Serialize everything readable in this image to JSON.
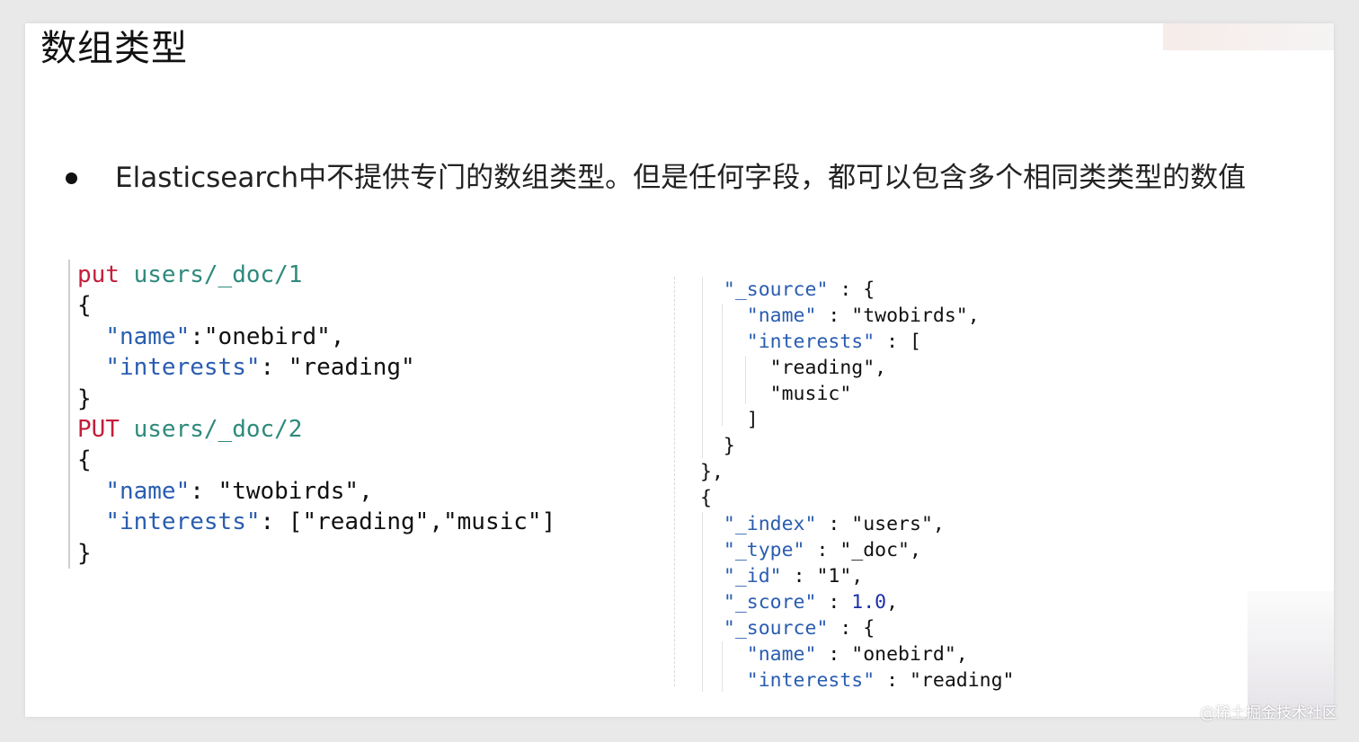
{
  "slide": {
    "title": "数组类型",
    "bullet": "Elasticsearch中不提供专门的数组类型。但是任何字段，都可以包含多个相同类类型的数值"
  },
  "code_left": [
    {
      "parts": [
        {
          "t": "put",
          "c": "kw"
        },
        {
          "t": " "
        },
        {
          "t": "users/_doc/1",
          "c": "path"
        }
      ]
    },
    {
      "parts": [
        {
          "t": "{"
        }
      ]
    },
    {
      "parts": [
        {
          "t": "  "
        },
        {
          "t": "\"name\"",
          "c": "key"
        },
        {
          "t": ":\"onebird\","
        }
      ]
    },
    {
      "parts": [
        {
          "t": "  "
        },
        {
          "t": "\"interests\"",
          "c": "key"
        },
        {
          "t": ": \"reading\""
        }
      ]
    },
    {
      "parts": [
        {
          "t": "}"
        }
      ]
    },
    {
      "parts": [
        {
          "t": "PUT",
          "c": "kw"
        },
        {
          "t": " "
        },
        {
          "t": "users/_doc/2",
          "c": "path"
        }
      ]
    },
    {
      "parts": [
        {
          "t": "{"
        }
      ]
    },
    {
      "parts": [
        {
          "t": "  "
        },
        {
          "t": "\"name\"",
          "c": "key"
        },
        {
          "t": ": \"twobirds\","
        }
      ]
    },
    {
      "parts": [
        {
          "t": "  "
        },
        {
          "t": "\"interests\"",
          "c": "key"
        },
        {
          "t": ": [\"reading\",\"music\"]"
        }
      ]
    },
    {
      "parts": [
        {
          "t": "}"
        }
      ]
    }
  ],
  "code_right": [
    {
      "parts": [
        {
          "t": "  "
        },
        {
          "t": "\"_source\"",
          "c": "key"
        },
        {
          "t": " : {"
        }
      ]
    },
    {
      "parts": [
        {
          "t": "    "
        },
        {
          "t": "\"name\"",
          "c": "key"
        },
        {
          "t": " : \"twobirds\","
        }
      ]
    },
    {
      "parts": [
        {
          "t": "    "
        },
        {
          "t": "\"interests\"",
          "c": "key"
        },
        {
          "t": " : ["
        }
      ]
    },
    {
      "parts": [
        {
          "t": "      \"reading\","
        }
      ]
    },
    {
      "parts": [
        {
          "t": "      \"music\""
        }
      ]
    },
    {
      "parts": [
        {
          "t": "    ]"
        }
      ]
    },
    {
      "parts": [
        {
          "t": "  }"
        }
      ]
    },
    {
      "parts": [
        {
          "t": "},"
        }
      ]
    },
    {
      "parts": [
        {
          "t": "{"
        }
      ]
    },
    {
      "parts": [
        {
          "t": "  "
        },
        {
          "t": "\"_index\"",
          "c": "key"
        },
        {
          "t": " : \"users\","
        }
      ]
    },
    {
      "parts": [
        {
          "t": "  "
        },
        {
          "t": "\"_type\"",
          "c": "key"
        },
        {
          "t": " : \"_doc\","
        }
      ]
    },
    {
      "parts": [
        {
          "t": "  "
        },
        {
          "t": "\"_id\"",
          "c": "key"
        },
        {
          "t": " : \"1\","
        }
      ]
    },
    {
      "parts": [
        {
          "t": "  "
        },
        {
          "t": "\"_score\"",
          "c": "key"
        },
        {
          "t": " : "
        },
        {
          "t": "1.0",
          "c": "num"
        },
        {
          "t": ","
        }
      ]
    },
    {
      "parts": [
        {
          "t": "  "
        },
        {
          "t": "\"_source\"",
          "c": "key"
        },
        {
          "t": " : {"
        }
      ]
    },
    {
      "parts": [
        {
          "t": "    "
        },
        {
          "t": "\"name\"",
          "c": "key"
        },
        {
          "t": " : \"onebird\","
        }
      ]
    },
    {
      "parts": [
        {
          "t": "    "
        },
        {
          "t": "\"interests\"",
          "c": "key"
        },
        {
          "t": " : \"reading\""
        }
      ]
    }
  ],
  "watermark": "@稀土掘金技术社区",
  "colors": {
    "keyword": "#c21e3a",
    "path": "#2e8a7c",
    "key": "#2a5db0",
    "number": "#1b2fa8"
  }
}
